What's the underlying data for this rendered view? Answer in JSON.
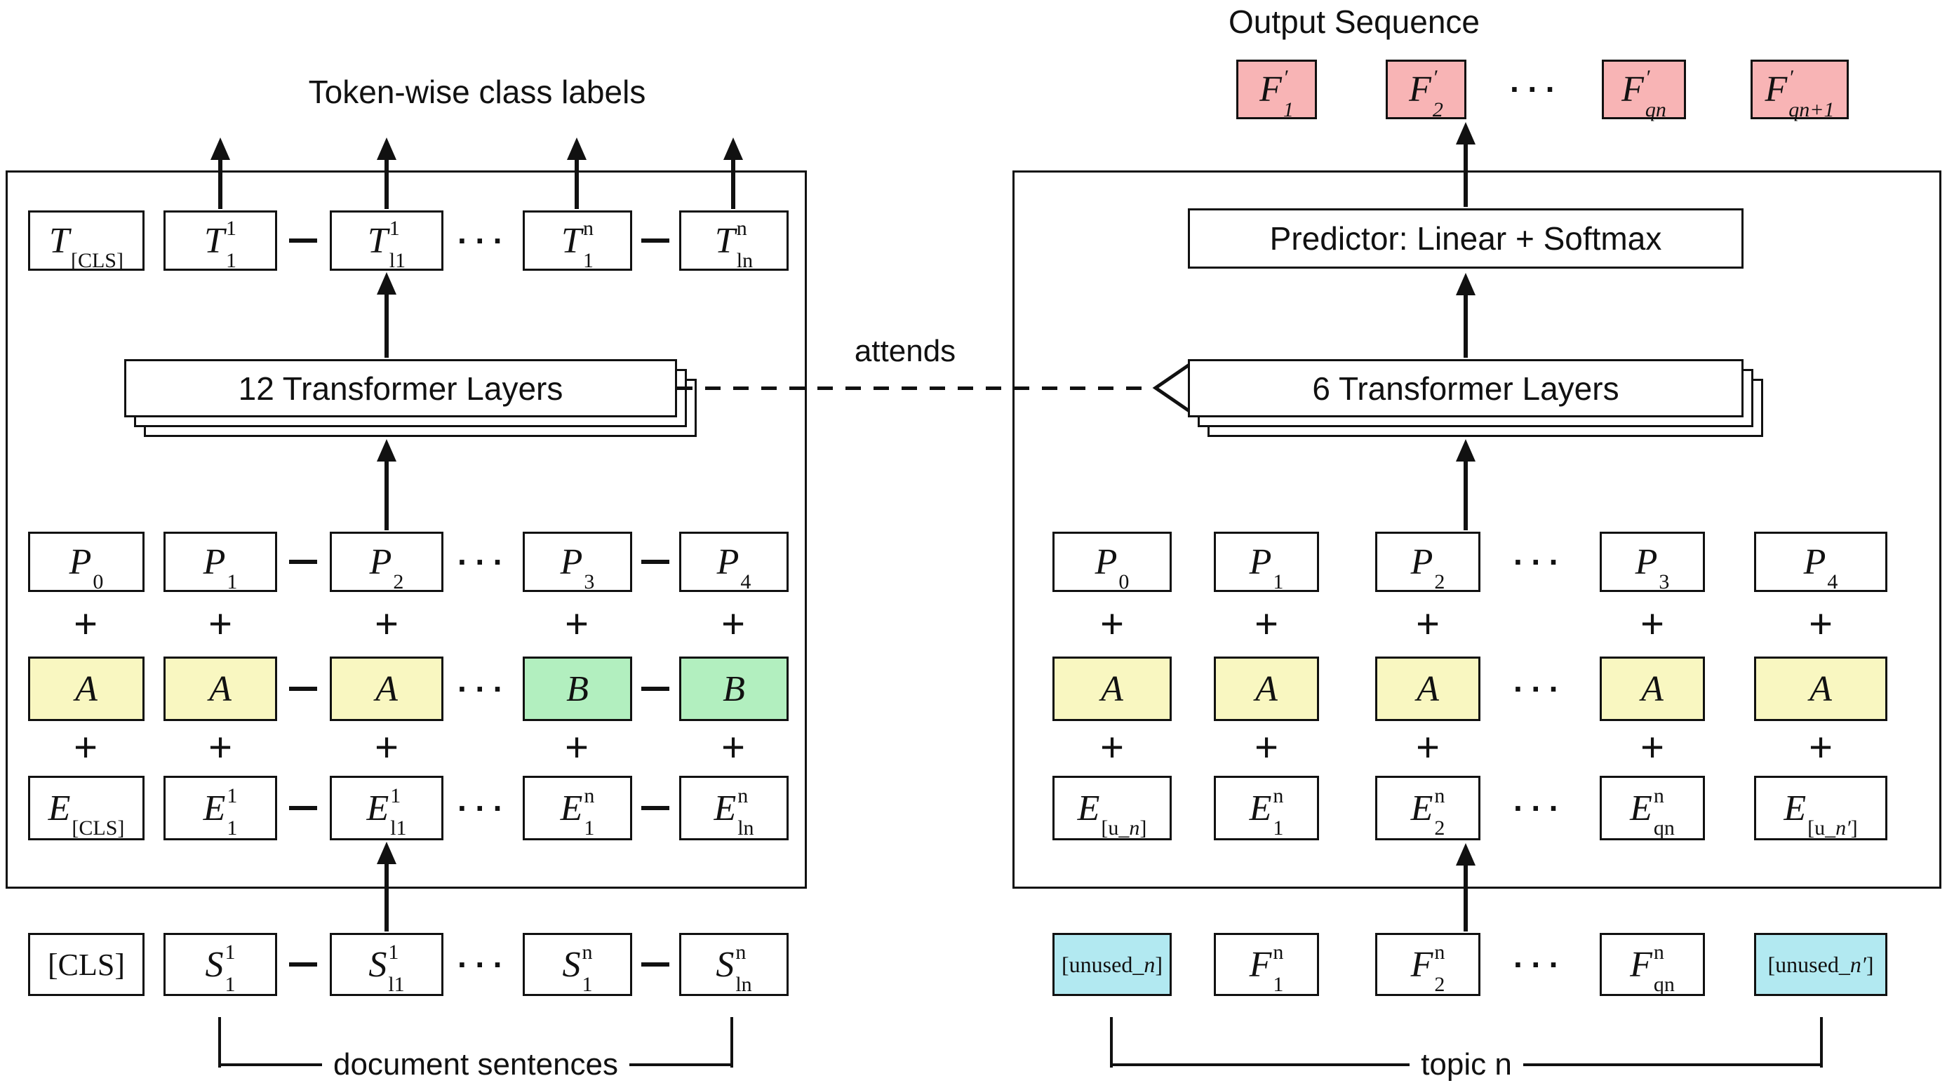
{
  "labels": {
    "token_wise": "Token-wise class labels",
    "output_sequence": "Output Sequence",
    "attends": "attends",
    "encoder_stack": "12 Transformer Layers",
    "decoder_stack": "6 Transformer Layers",
    "predictor": "Predictor: Linear + Softmax",
    "document_sentences": "document sentences",
    "topic_n": "topic n"
  },
  "symbols": {
    "plus": "+",
    "ellipsis": "···"
  },
  "colors": {
    "segment_a_yellow": "#f9f7c1",
    "segment_b_green": "#b2efbf",
    "output_pink": "#f8b4b5",
    "unused_cyan": "#b2e9f1",
    "line_black": "#111111"
  },
  "left": {
    "t_row": [
      {
        "main": "T",
        "sub": "[CLS]"
      },
      {
        "main": "T",
        "sup": "1",
        "sub": "1"
      },
      {
        "main": "T",
        "sup": "1",
        "sub": "l1"
      },
      {
        "main": "T",
        "sup": "n",
        "sub": "1"
      },
      {
        "main": "T",
        "sup": "n",
        "sub": "ln"
      }
    ],
    "p_row": [
      {
        "main": "P",
        "sub": "0"
      },
      {
        "main": "P",
        "sub": "1"
      },
      {
        "main": "P",
        "sub": "2"
      },
      {
        "main": "P",
        "sub": "3"
      },
      {
        "main": "P",
        "sub": "4"
      }
    ],
    "seg_row": [
      "A",
      "A",
      "A",
      "B",
      "B"
    ],
    "e_row": [
      {
        "main": "E",
        "sub": "[CLS]"
      },
      {
        "main": "E",
        "sup": "1",
        "sub": "1"
      },
      {
        "main": "E",
        "sup": "1",
        "sub": "l1"
      },
      {
        "main": "E",
        "sup": "n",
        "sub": "1"
      },
      {
        "main": "E",
        "sup": "n",
        "sub": "ln"
      }
    ],
    "s_row": [
      {
        "main": "[CLS]"
      },
      {
        "main": "S",
        "sup": "1",
        "sub": "1"
      },
      {
        "main": "S",
        "sup": "1",
        "sub": "l1"
      },
      {
        "main": "S",
        "sup": "n",
        "sub": "1"
      },
      {
        "main": "S",
        "sup": "n",
        "sub": "ln"
      }
    ]
  },
  "right": {
    "f_out_row": [
      {
        "main": "F",
        "sup": "′",
        "sub": "1"
      },
      {
        "main": "F",
        "sup": "′",
        "sub": "2"
      },
      {
        "main": "F",
        "sup": "′",
        "sub": "qn"
      },
      {
        "main": "F",
        "sup": "′",
        "sub": "qn+1"
      }
    ],
    "p_row": [
      {
        "main": "P",
        "sub": "0"
      },
      {
        "main": "P",
        "sub": "1"
      },
      {
        "main": "P",
        "sub": "2"
      },
      {
        "main": "P",
        "sub": "3"
      },
      {
        "main": "P",
        "sub": "4"
      }
    ],
    "seg_row": [
      "A",
      "A",
      "A",
      "A",
      "A"
    ],
    "e_row": [
      {
        "main": "E",
        "sub_pre": "[u_",
        "sub_it": "n",
        "sub_post": "]"
      },
      {
        "main": "E",
        "sup": "n",
        "sub": "1"
      },
      {
        "main": "E",
        "sup": "n",
        "sub": "2"
      },
      {
        "main": "E",
        "sup": "n",
        "sub": "qn"
      },
      {
        "main": "E",
        "sub_pre": "[u_",
        "sub_it": "n′",
        "sub_post": "]"
      }
    ],
    "f_in_row": [
      {
        "pre": "[unused_",
        "it": "n",
        "post": "]"
      },
      {
        "main": "F",
        "sup": "n",
        "sub": "1"
      },
      {
        "main": "F",
        "sup": "n",
        "sub": "2"
      },
      {
        "main": "F",
        "sup": "n",
        "sub": "qn"
      },
      {
        "pre": "[unused_",
        "it": "n′",
        "post": "]"
      }
    ]
  }
}
